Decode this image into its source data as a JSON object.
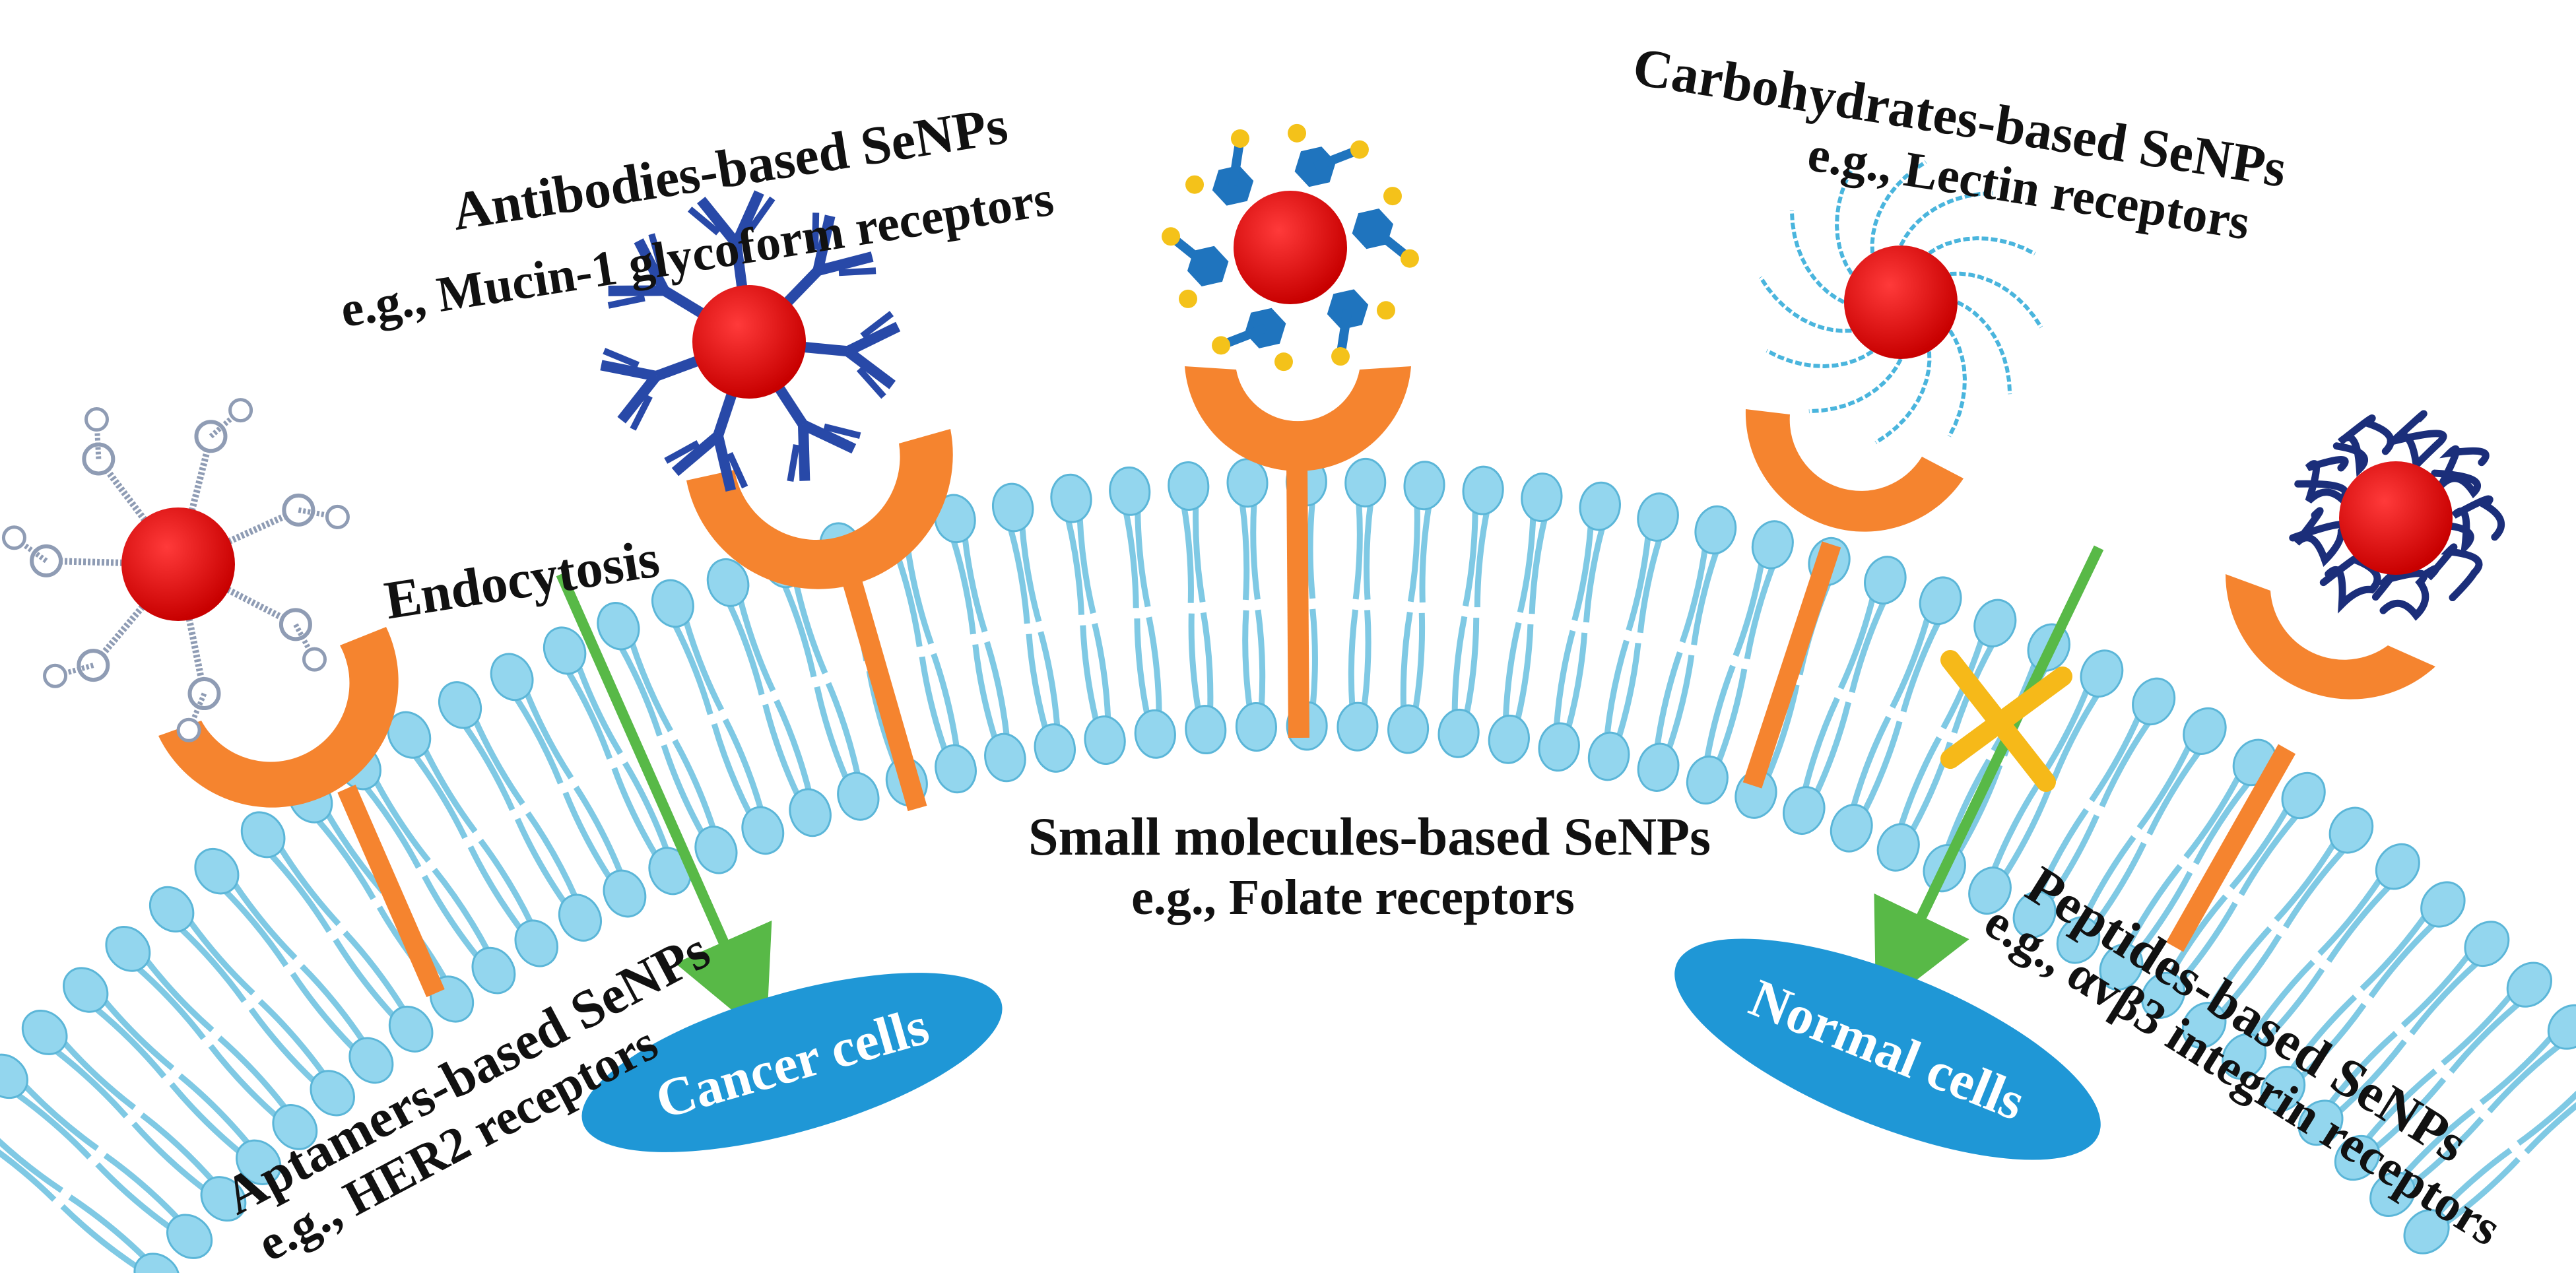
{
  "colors": {
    "lipid_head": "#93d6ee",
    "lipid_head_stroke": "#5bb6d8",
    "lipid_tail": "#7fc9e4",
    "receptor": "#f5842f",
    "nanoparticle": "#dd0000",
    "cell_ellipse": "#1f97d6",
    "arrow": "#58b947",
    "block_x": "#f6b919",
    "antibody": "#2849a8",
    "small_molecule": "#1f74be",
    "small_molecule_dot": "#f4c21a",
    "carbohydrate": "#4ab5dd",
    "peptide": "#1b2e7a",
    "aptamer": "#8f9cb4"
  },
  "labels": {
    "antibodies_title": "Antibodies-based SeNPs",
    "antibodies_example": "e.g., Mucin-1 glycoform receptors",
    "carbohydrates_title": "Carbohydrates-based SeNPs",
    "carbohydrates_example": "e.g., Lectin receptors",
    "small_molecules_title": "Small molecules-based SeNPs",
    "small_molecules_example": "e.g., Folate receptors",
    "aptamers_title": "Aptamers-based SeNPs",
    "aptamers_example": "e.g., HER2 receptors",
    "peptides_title": "Peptides-based SeNPs",
    "peptides_example": "e.g., αvβ3 integrin receptors",
    "endocytosis": "Endocytosis",
    "cancer_cells": "Cancer cells",
    "normal_cells": "Normal cells"
  },
  "icons": {
    "membrane": "lipid-bilayer-icon",
    "receptor": "y-receptor-icon",
    "nanoparticle": "selenium-nanoparticle-icon",
    "block": "block-x-icon"
  }
}
